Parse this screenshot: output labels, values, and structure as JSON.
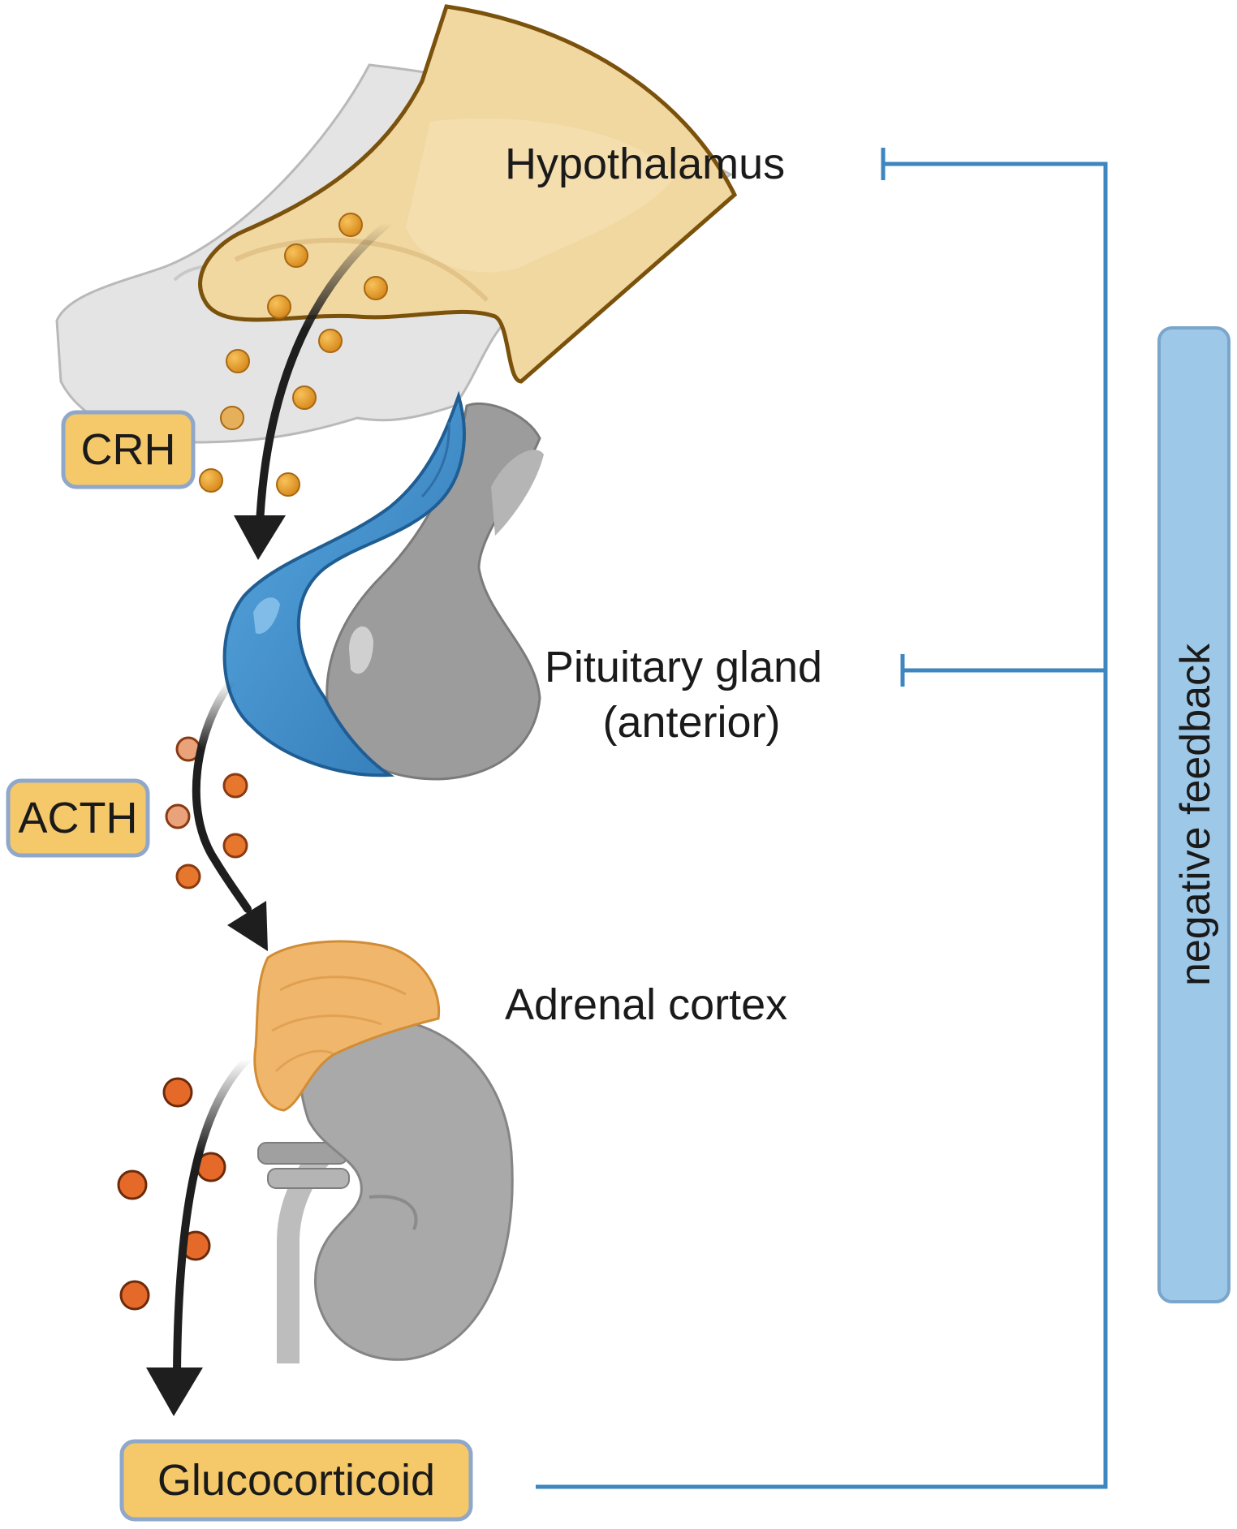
{
  "labels": {
    "hypothalamus": "Hypothalamus",
    "pituitary_line1": "Pituitary gland",
    "pituitary_line2": "(anterior)",
    "adrenal": "Adrenal cortex"
  },
  "hormones": {
    "crh": "CRH",
    "acth": "ACTH",
    "glucocorticoid": "Glucocorticoid"
  },
  "feedback": {
    "label": "negative feedback"
  },
  "colors": {
    "hypothalamus_fill": "#f1d7a0",
    "hypothalamus_stroke": "#8a5a10",
    "pituitary_anterior": "#4a97d1",
    "pituitary_posterior": "#9c9c9c",
    "adrenal_fill": "#f0b76c",
    "kidney_fill": "#a9a9a9",
    "hormone_box_fill": "#f5c96a",
    "hormone_box_stroke": "#8fa7c9",
    "feedback_line": "#3d86c0",
    "feedback_bar": "#9ec8e8",
    "crh_dot": "#e59a2a",
    "acth_dot": "#e8772e",
    "gluco_dot": "#e56a2a",
    "arrow": "#1e1e1e"
  }
}
